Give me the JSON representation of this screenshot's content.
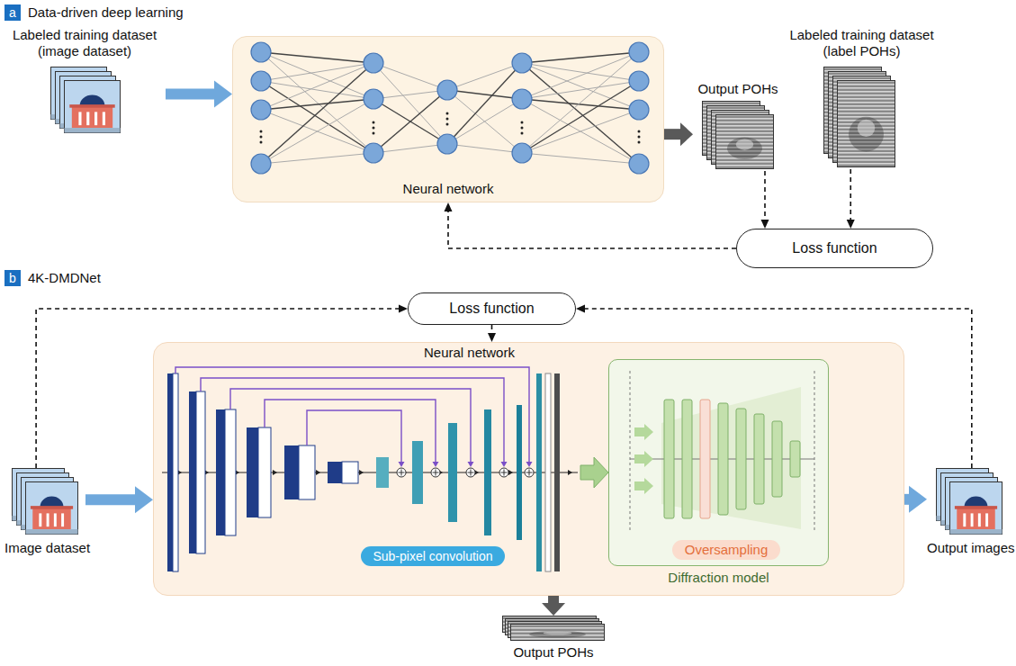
{
  "diagram": {
    "nodes": [
      {
        "text": [
          "a",
          "Data-driven deep learning"
        ]
      },
      {
        "text": [
          "Labeled training dataset (image dataset)"
        ]
      },
      {
        "text": [
          "Neural network"
        ]
      },
      {
        "text": [
          "Output POHs"
        ]
      },
      {
        "text": [
          "Labeled training dataset (label POHs)"
        ]
      },
      {
        "text": [
          "Loss function"
        ]
      },
      {
        "text": [
          "b",
          "4K-DMDNet"
        ]
      },
      {
        "text": [
          "Loss function"
        ]
      },
      {
        "text": [
          "Image dataset"
        ]
      },
      {
        "text": [
          "Neural network"
        ]
      },
      {
        "text": [
          "Sub-pixel convolution"
        ],
        "in": 9
      },
      {
        "text": [
          "Diffraction model"
        ],
        "in": 9
      },
      {
        "text": [
          "Oversampling"
        ],
        "in": 11
      },
      {
        "text": [
          "Output images"
        ]
      },
      {
        "text": [
          "Output POHs"
        ]
      }
    ],
    "edges": [
      {
        "from": 1,
        "to": 2,
        "arrow": "to"
      },
      {
        "from": 2,
        "to": 3,
        "arrow": "to"
      },
      {
        "from": 3,
        "to": 5,
        "arrow": "to"
      },
      {
        "from": 4,
        "to": 5,
        "arrow": "to"
      },
      {
        "from": 5,
        "to": 2,
        "arrow": "to"
      },
      {
        "from": 8,
        "to": 9,
        "arrow": "to"
      },
      {
        "from": 8,
        "to": 7,
        "arrow": "to"
      },
      {
        "from": 13,
        "to": 7,
        "arrow": "to"
      },
      {
        "from": 7,
        "to": 9,
        "arrow": "to"
      },
      {
        "from": 9,
        "to": 14,
        "arrow": "to"
      },
      {
        "from": 9,
        "to": 13,
        "arrow": "to"
      }
    ]
  }
}
